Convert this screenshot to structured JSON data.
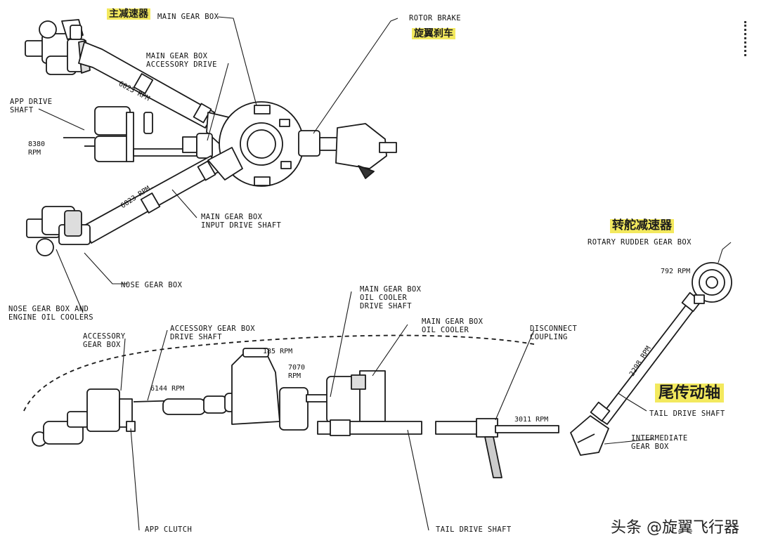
{
  "cn": {
    "main_gearbox": "主减速器",
    "rotor_brake": "旋翼刹车",
    "rotary_rudder_gearbox": "转舵减速器",
    "tail_drive_shaft": "尾传动轴"
  },
  "labels": {
    "main_gear_box": "MAIN GEAR BOX",
    "rotor_brake": "ROTOR BRAKE",
    "main_gear_box_accessory_drive": "MAIN GEAR BOX\nACCESSORY DRIVE",
    "app_drive_shaft": "APP DRIVE\nSHAFT",
    "main_gear_box_input_drive_shaft": "MAIN GEAR BOX\nINPUT DRIVE SHAFT",
    "nose_gear_box": "NOSE GEAR BOX",
    "nose_gear_box_and_engine_oil_coolers": "NOSE GEAR BOX AND\nENGINE OIL COOLERS",
    "main_gear_box_oil_cooler_drive_shaft": "MAIN GEAR BOX\nOIL COOLER\nDRIVE SHAFT",
    "main_gear_box_oil_cooler": "MAIN GEAR BOX\nOIL COOLER",
    "accessory_gear_box": "ACCESSORY\nGEAR BOX",
    "accessory_gear_box_drive_shaft": "ACCESSORY GEAR BOX\nDRIVE SHAFT",
    "disconnect_coupling": "DISCONNECT\nCOUPLING",
    "rotary_rudder_gear_box": "ROTARY RUDDER GEAR BOX",
    "tail_drive_shaft_right": "TAIL DRIVE SHAFT",
    "intermediate_gear_box": "INTERMEDIATE\nGEAR BOX",
    "app_clutch": "APP CLUTCH",
    "tail_drive_shaft_bottom": "TAIL DRIVE SHAFT"
  },
  "rpm": {
    "upper_shaft": "6023 RPM",
    "app": "8380\nRPM",
    "lower_shaft": "6023 RPM.",
    "rudder_gearbox": "792 RPM",
    "tail_shaft_angled": "2298 RPM",
    "main_185": "185 RPM",
    "main_7070": "7070\nRPM",
    "accessory": "6144 RPM",
    "tail_3011": "3011 RPM"
  },
  "watermark": "头条 @旋翼飞行器",
  "colors": {
    "line": "#1a1a1a",
    "highlight": "#f3e95e",
    "fill": "#ffffff"
  }
}
